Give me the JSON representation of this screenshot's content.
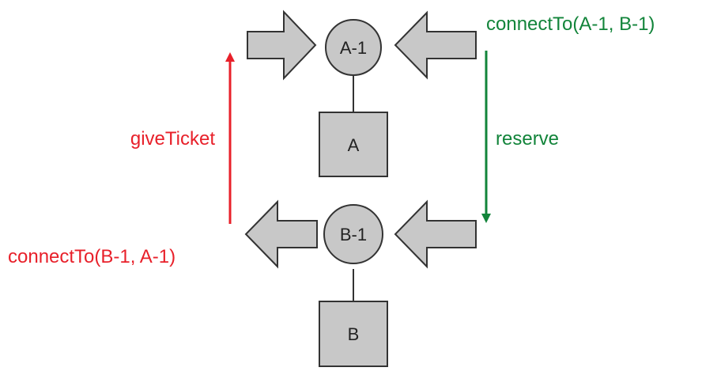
{
  "colors": {
    "background": "#ffffff",
    "shape_fill": "#c8c8c8",
    "stroke": "#333333",
    "red": "#e8202a",
    "green": "#12843a"
  },
  "nodes": {
    "a1": {
      "label": "A-1"
    },
    "b1": {
      "label": "B-1"
    }
  },
  "boxes": {
    "a": {
      "label": "A"
    },
    "b": {
      "label": "B"
    }
  },
  "annotations": {
    "connect_a1_b1": "connectTo(A-1, B-1)",
    "reserve": "reserve",
    "give_ticket": "giveTicket",
    "connect_b1_a1": "connectTo(B-1, A-1)"
  },
  "block_arrows": [
    {
      "name": "arrow-into-a1-left",
      "direction": "right"
    },
    {
      "name": "arrow-into-a1-right",
      "direction": "left"
    },
    {
      "name": "arrow-out-of-b1-left",
      "direction": "left"
    },
    {
      "name": "arrow-into-b1-right",
      "direction": "left"
    }
  ]
}
